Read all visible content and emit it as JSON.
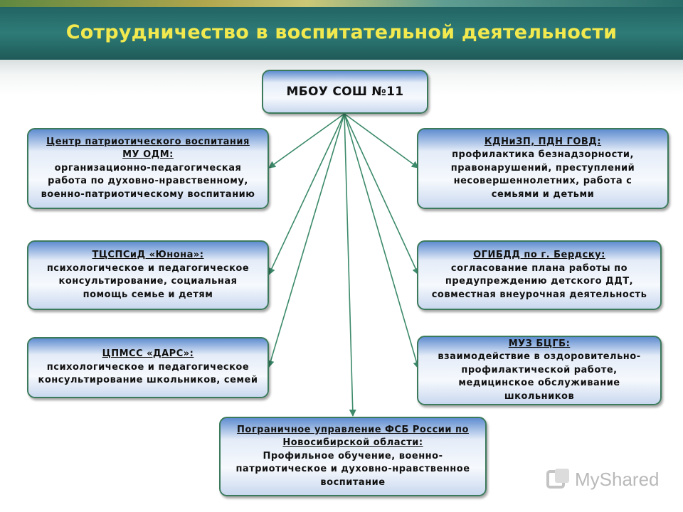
{
  "header": {
    "title": "Сотрудничество в воспитательной деятельности"
  },
  "root": {
    "label": "МБОУ СОШ №11"
  },
  "partners": [
    {
      "name": "Центр патриотического воспитания\nМУ ОДМ:",
      "desc": "организационно-педагогическая\nработа по духовно-нравственному,\nвоенно-патриотическому воспитанию"
    },
    {
      "name": "КДНиЗП, ПДН ГОВД:",
      "desc": "профилактика безнадзорности,\nправонарушений, преступлений\nнесовершеннолетних, работа с\nсемьями и детьми"
    },
    {
      "name": "ТЦСПСиД «Юнона»:",
      "desc": "психологическое и педагогическое\nконсультирование, социальная\nпомощь семье и детям"
    },
    {
      "name": "ОГИБДД по г. Бердску:",
      "desc": "согласование плана работы по\nпредупреждению детского ДДТ,\nсовместная внеурочная деятельность"
    },
    {
      "name": "ЦПМСС «ДАРС»:",
      "desc": "психологическое и педагогическое\nконсультирование школьников, семей"
    },
    {
      "name": "МУЗ БЦГБ:",
      "desc": "взаимодействие в оздоровительно-\nпрофилактической работе,\nмедицинское обслуживание\nшкольников"
    },
    {
      "name": "Пограничное управление ФСБ России по\nНовосибирской области:",
      "desc": "Профильное обучение, военно-\nпатриотическое и духовно-нравственное\nвоспитание"
    }
  ],
  "watermark": {
    "text": "MyShared"
  },
  "colors": {
    "title": "#f2e94e",
    "banner": "#2e7b78",
    "arrow": "#3c8a6a",
    "box_border": "#3c7a5c"
  }
}
